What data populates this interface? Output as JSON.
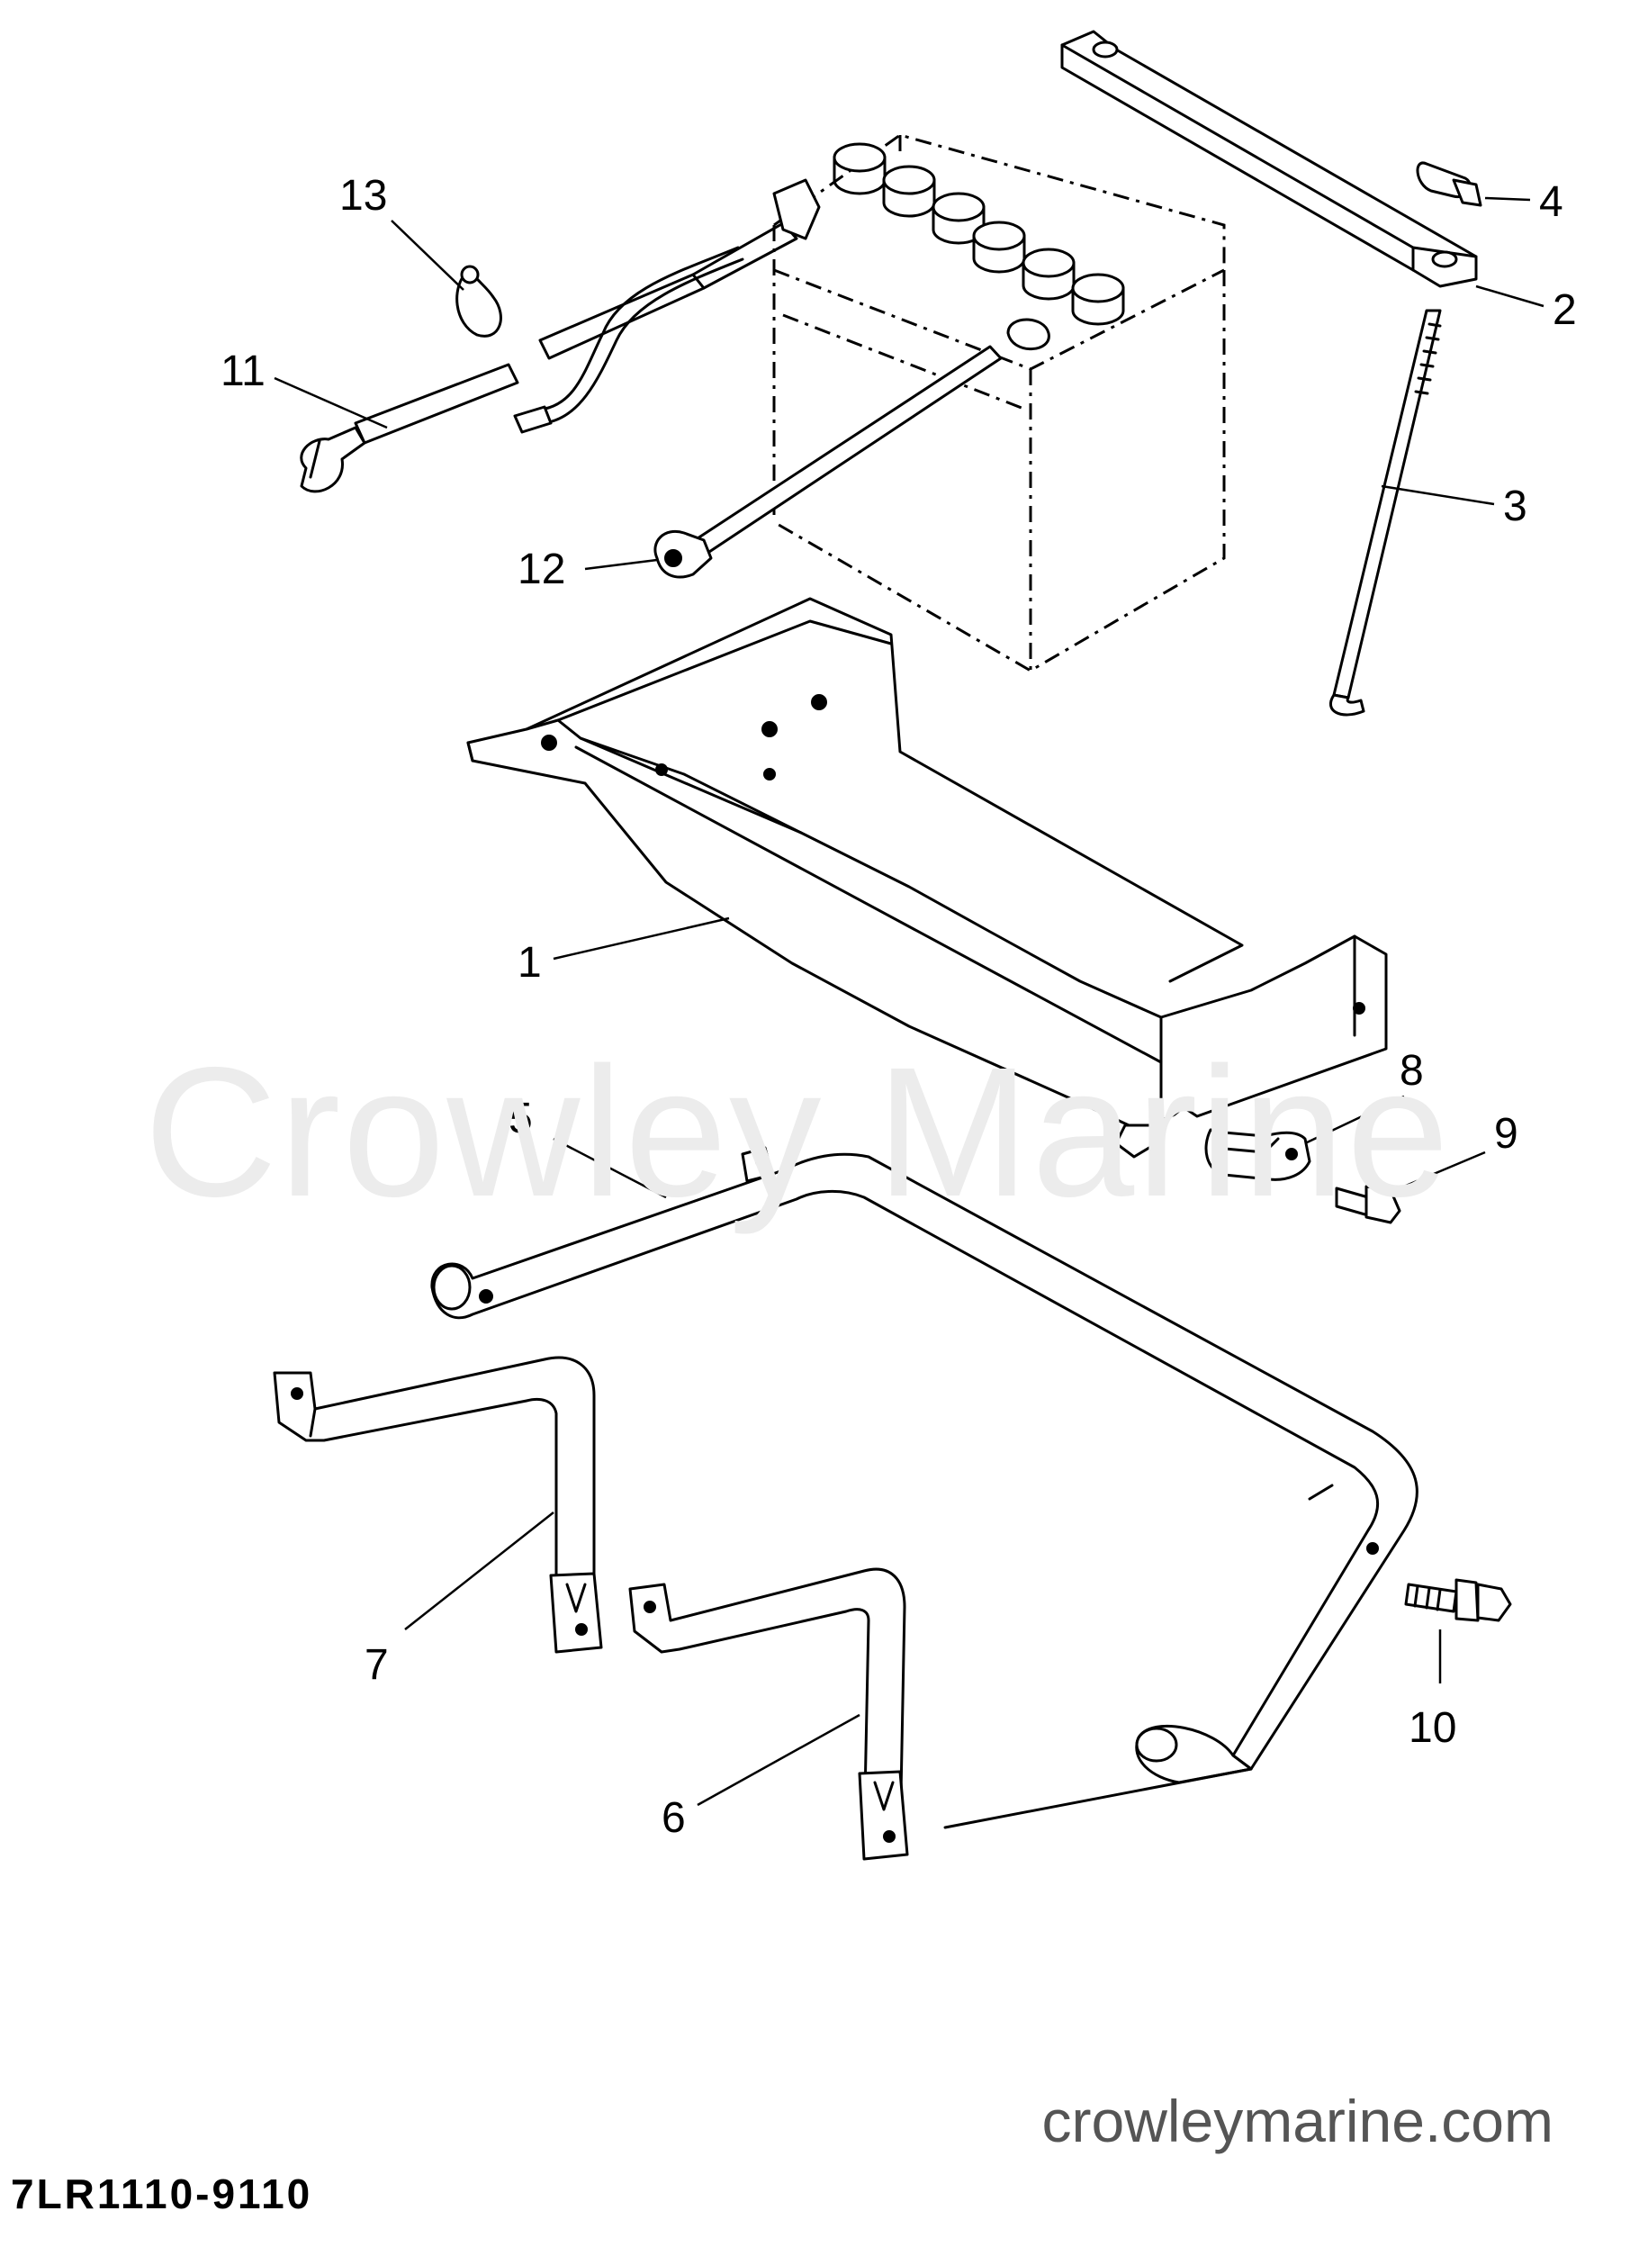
{
  "watermark": "Crowley Marine",
  "website": "crowleymarine.com",
  "diagram_code": "7LR1110-9110",
  "callouts": [
    "1",
    "2",
    "3",
    "4",
    "5",
    "6",
    "7",
    "8",
    "9",
    "10",
    "11",
    "12",
    "13"
  ]
}
